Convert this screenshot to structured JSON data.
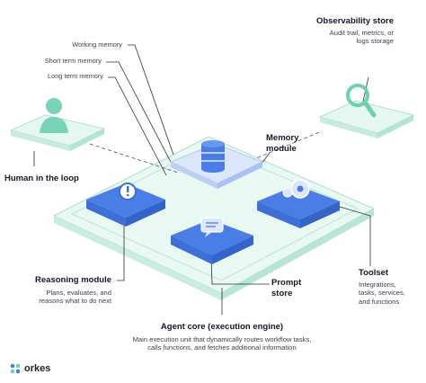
{
  "memory_items": [
    "Working memory",
    "Short term memory",
    "Long term memory"
  ],
  "observability": {
    "title": "Observability store",
    "desc_lines": [
      "Audit trail, metrics, or",
      "logs storage"
    ]
  },
  "memory_module": {
    "title_lines": [
      "Memory",
      "module"
    ]
  },
  "human": {
    "title": "Human in the loop"
  },
  "reasoning": {
    "title": "Reasoning module",
    "desc_lines": [
      "Plans, evaluates, and",
      "reasons what to do next"
    ]
  },
  "prompt": {
    "title_lines": [
      "Prompt",
      "store"
    ]
  },
  "toolset": {
    "title": "Toolset",
    "desc_lines": [
      "Integrations,",
      "tasks, services,",
      "and functions"
    ]
  },
  "agent_core": {
    "title": "Agent core (execution engine)",
    "desc_lines": [
      "Main execution unit that dynamically routes workflow tasks,",
      "calls functions, and fetches additional information"
    ]
  },
  "brand": {
    "name": "orkes"
  },
  "colors": {
    "blue": "#4a7ee6",
    "blue_light": "#cfdcfa",
    "mint": "#dff6ef",
    "mint_edge": "#9fdcc8",
    "teal_icon": "#6fcfb2"
  },
  "icons": [
    "person-icon",
    "magnifier-icon",
    "database-icon",
    "alert-icon",
    "gear-icon",
    "chat-icon",
    "orkes-logo-icon"
  ]
}
